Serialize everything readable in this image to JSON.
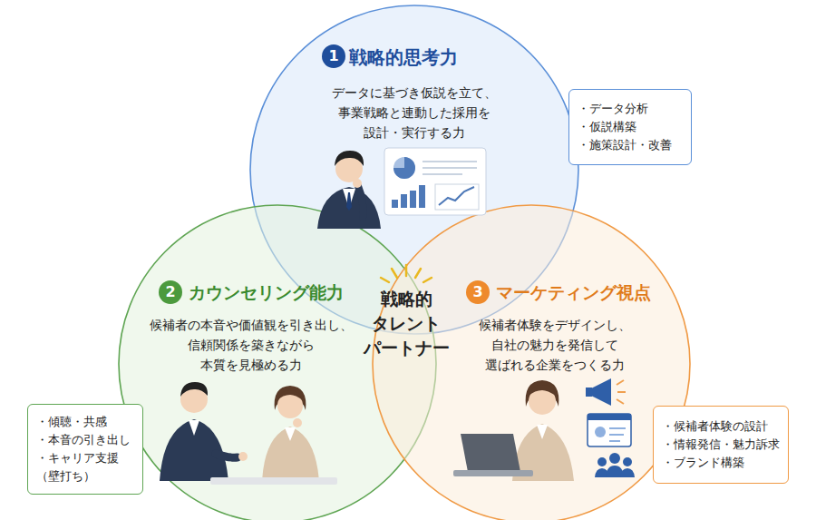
{
  "diagram": {
    "nodes": [
      {
        "text": [
          "戦略的思考力",
          "データに基づき仮説を立て、 事業戦略と連動した採用を 設計・実行する力"
        ]
      },
      {
        "text": [
          "1"
        ],
        "in": 0
      },
      {
        "text": [
          "・データ分析",
          "・仮説構築",
          "・施策設計・改善"
        ]
      },
      {
        "text": [
          "カウンセリング能力",
          "候補者の本音や価値観を引き出し、 信頼関係を築きながら 本質を見極める力"
        ]
      },
      {
        "text": [
          "2"
        ],
        "in": 3
      },
      {
        "text": [
          "・傾聴・共感",
          "・本音の引き出し",
          "・キャリア支援 （壁打ち）"
        ]
      },
      {
        "text": [
          "マーケティング視点",
          "候補者体験をデザインし、 自社の魅力を発信して 選ばれる企業をつくる力"
        ]
      },
      {
        "text": [
          "3"
        ],
        "in": 6
      },
      {
        "text": [
          "・候補者体験の設計",
          "・情報発信・魅力訴求",
          "・ブランド構築"
        ]
      }
    ],
    "labels": [
      "戦略的 タレント パートナー"
    ]
  }
}
